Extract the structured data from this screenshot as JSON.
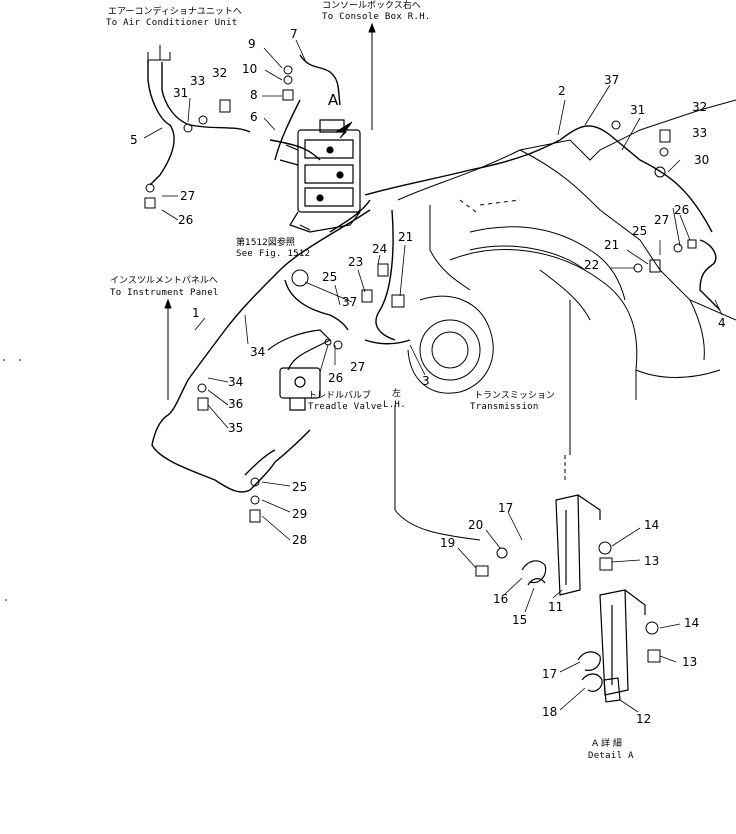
{
  "annotations": {
    "air_conditioner_jp": "エアーコンディショナユニットへ",
    "air_conditioner_en": "To Air Conditioner Unit",
    "console_box_jp": "コンソールボックス右へ",
    "console_box_en": "To Console Box R.H.",
    "see_fig_jp": "第1512図参照",
    "see_fig_en": "See Fig. 1512",
    "instrument_panel_jp": "インスツルメントパネルへ",
    "instrument_panel_en": "To Instrument Panel",
    "treadle_valve_jp": "トレドルバルブ",
    "treadle_valve_en": "Treadle Valve",
    "to_jp": "左",
    "lh_en": "L.H.",
    "transmission_jp": "トランスミッション",
    "transmission_en": "Transmission",
    "detail_jp": "A 詳 細",
    "detail_en": "Detail A",
    "view_letter": "A"
  },
  "part_numbers": [
    "9",
    "7",
    "10",
    "33",
    "32",
    "8",
    "31",
    "6",
    "5",
    "27",
    "26",
    "2",
    "37",
    "31",
    "32",
    "33",
    "30",
    "27",
    "26",
    "25",
    "21",
    "22",
    "4",
    "24",
    "23",
    "21",
    "25",
    "37",
    "1",
    "34",
    "26",
    "27",
    "3",
    "34",
    "36",
    "35",
    "25",
    "29",
    "28",
    "17",
    "20",
    "19",
    "16",
    "15",
    "11",
    "14",
    "13",
    "14",
    "13",
    "17",
    "18",
    "12"
  ]
}
